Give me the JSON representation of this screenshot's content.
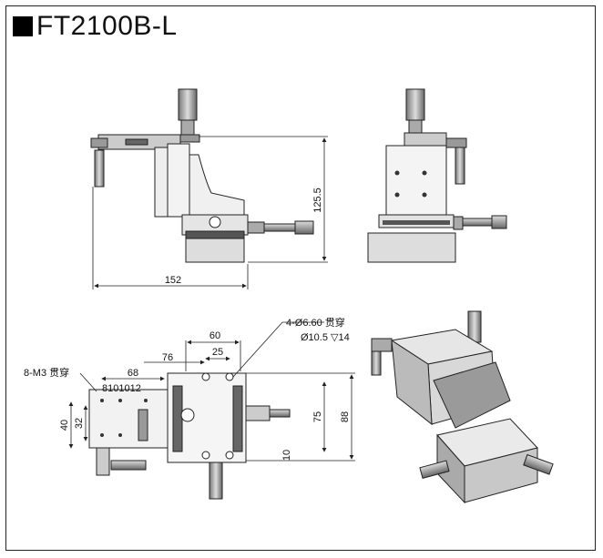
{
  "title": "FT2100B-L",
  "dimensions": {
    "height": "125.5",
    "width": "152",
    "top_width": "60",
    "inner_width": "25",
    "offset": "76",
    "offset2": "68",
    "spacing": "8101012",
    "left_height": "40",
    "left_inner": "32",
    "height_88": "88",
    "height_75": "75",
    "bottom_10": "10"
  },
  "notes": {
    "holes": "4-Ø6.60 贯穿",
    "counterbore": "Ø10.5 ▽14",
    "threads": "8-M3 贯穿"
  }
}
